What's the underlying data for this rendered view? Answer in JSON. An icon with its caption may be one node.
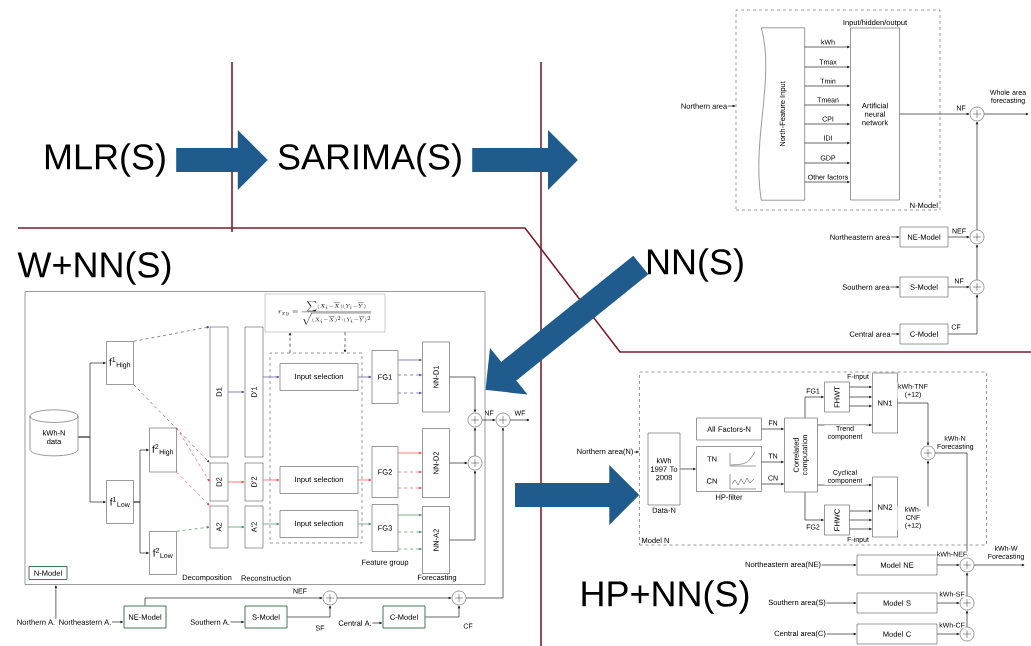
{
  "diagram": {
    "nodes": [
      {
        "text": [
          "MLR(S)"
        ]
      },
      {
        "text": [
          "SARIMA(S)"
        ]
      },
      {
        "text": [
          "NN(S)"
        ]
      },
      {
        "text": [
          "W+NN(S)"
        ]
      },
      {
        "text": [
          "HP+NN(S)"
        ]
      },
      {
        "text": [
          "N-Model"
        ]
      },
      {
        "text": [
          "North-Feature Input"
        ],
        "in": 5
      },
      {
        "text": [
          "Input/hidden/output",
          "Artificial neural network"
        ],
        "in": 5
      },
      {
        "text": [
          "Northern area"
        ]
      },
      {
        "text": [],
        "shape": "circle"
      },
      {
        "text": [
          "Northeastern area"
        ]
      },
      {
        "text": [
          "NE-Model"
        ]
      },
      {
        "text": [],
        "shape": "circle"
      },
      {
        "text": [
          "Southern area"
        ]
      },
      {
        "text": [
          "S-Model"
        ]
      },
      {
        "text": [],
        "shape": "circle"
      },
      {
        "text": [
          "Central area"
        ]
      },
      {
        "text": [
          "C-Model"
        ]
      },
      {
        "text": [],
        "shape": "box"
      },
      {
        "text": [
          "N-Model"
        ],
        "in": 18
      },
      {
        "text": [
          "kWh-N data"
        ],
        "in": 18
      },
      {
        "text": [
          "f$^{1}$$_{High}$"
        ],
        "in": 18
      },
      {
        "text": [
          "f$^{1}$$_{Low}$"
        ],
        "in": 18
      },
      {
        "text": [
          "f$^{2}$$_{High}$"
        ],
        "in": 18
      },
      {
        "text": [
          "f$^{2}$$_{Low}$"
        ],
        "in": 18
      },
      {
        "text": [
          "D1"
        ],
        "in": 18
      },
      {
        "text": [
          "D2"
        ],
        "in": 18
      },
      {
        "text": [
          "A2"
        ],
        "in": 18
      },
      {
        "text": [
          "D'1"
        ],
        "in": 18
      },
      {
        "text": [
          "D'2"
        ],
        "in": 18
      },
      {
        "text": [
          "A'2"
        ],
        "in": 18
      },
      {
        "text": [
          "r_{xy}=\\frac{\\sum(X_i-\\overline{X})(Y_i-\\overline{Y})}{\\sqrt{(X_i-\\overline{X})^2\\cdot(Y_i-\\overline{Y})^2}}"
        ],
        "in": 18
      },
      {
        "text": [],
        "shape": "box",
        "in": 18
      },
      {
        "text": [
          "Input selection"
        ],
        "in": 32
      },
      {
        "text": [
          "Input selection"
        ],
        "in": 32
      },
      {
        "text": [
          "Input selection"
        ],
        "in": 32
      },
      {
        "text": [
          "FG1"
        ],
        "in": 18
      },
      {
        "text": [
          "FG2"
        ],
        "in": 18
      },
      {
        "text": [
          "FG3"
        ],
        "in": 18
      },
      {
        "text": [
          "NN-D1"
        ],
        "in": 18
      },
      {
        "text": [
          "NN-D2"
        ],
        "in": 18
      },
      {
        "text": [
          "NN-A2"
        ],
        "in": 18
      },
      {
        "text": [],
        "shape": "circle",
        "in": 18
      },
      {
        "text": [],
        "shape": "circle",
        "in": 18
      },
      {
        "text": [],
        "shape": "circle"
      },
      {
        "text": [
          "Northern A."
        ]
      },
      {
        "text": [
          "Northeastern A."
        ]
      },
      {
        "text": [
          "NE-Model"
        ]
      },
      {
        "text": [
          "Southern A."
        ]
      },
      {
        "text": [
          "S-Model"
        ]
      },
      {
        "text": [],
        "shape": "circle"
      },
      {
        "text": [
          "Central A."
        ]
      },
      {
        "text": [
          "C-Model"
        ]
      },
      {
        "text": [],
        "shape": "circle"
      },
      {
        "text": [
          "Model N"
        ]
      },
      {
        "text": [
          "Northern area(N)"
        ]
      },
      {
        "text": [
          "kWh 1997 To 2008"
        ],
        "beside": [
          "Data-N"
        ],
        "in": 54
      },
      {
        "text": [
          "All Factors-N"
        ],
        "in": 54
      },
      {
        "text": [
          "TN",
          "CN"
        ],
        "beside": [
          "HP-filter"
        ],
        "in": 54
      },
      {
        "text": [
          "Correlated computation"
        ],
        "in": 54
      },
      {
        "text": [
          "FHWT"
        ],
        "in": 54
      },
      {
        "text": [
          "FHWC"
        ],
        "in": 54
      },
      {
        "text": [
          "NN1"
        ],
        "in": 54
      },
      {
        "text": [
          "NN2"
        ],
        "in": 54
      },
      {
        "text": [],
        "shape": "circle",
        "in": 54
      },
      {
        "text": [
          "Northeastern area(NE)"
        ]
      },
      {
        "text": [
          "Model NE"
        ]
      },
      {
        "text": [],
        "shape": "circle"
      },
      {
        "text": [
          "Southern area(S)"
        ]
      },
      {
        "text": [
          "Model S"
        ]
      },
      {
        "text": [],
        "shape": "circle"
      },
      {
        "text": [
          "Central area(C)"
        ]
      },
      {
        "text": [
          "Model C"
        ]
      },
      {
        "text": [],
        "shape": "circle"
      }
    ],
    "edges": [
      {
        "from": 0,
        "to": 1,
        "arrow": "to",
        "style": "thick",
        "color": "#1f5b8c"
      },
      {
        "from": 1,
        "to": null,
        "arrow": "to",
        "style": "thick",
        "color": "#1f5b8c"
      },
      {
        "from": 2,
        "to": 18,
        "arrow": "to",
        "style": "thick",
        "color": "#1f5b8c"
      },
      {
        "from": null,
        "to": 54,
        "arrow": "to",
        "style": "thick",
        "color": "#1f5b8c"
      },
      {
        "from": 6,
        "to": 7,
        "arrow": "to",
        "label": "kWh"
      },
      {
        "from": 6,
        "to": 7,
        "arrow": "to",
        "label": "Tmax"
      },
      {
        "from": 6,
        "to": 7,
        "arrow": "to",
        "label": "Tmin"
      },
      {
        "from": 6,
        "to": 7,
        "arrow": "to",
        "label": "Tmean"
      },
      {
        "from": 6,
        "to": 7,
        "arrow": "to",
        "label": "CPI"
      },
      {
        "from": 6,
        "to": 7,
        "arrow": "to",
        "label": "IDI"
      },
      {
        "from": 6,
        "to": 7,
        "arrow": "to",
        "label": "GDP"
      },
      {
        "from": 6,
        "to": 7,
        "arrow": "to",
        "label": "Other factors"
      },
      {
        "from": 8,
        "to": 5,
        "arrow": "to"
      },
      {
        "from": 7,
        "to": 9,
        "arrow": "to",
        "label": "NF"
      },
      {
        "from": 9,
        "to": null,
        "arrow": "to",
        "label": "Whole area forecasting"
      },
      {
        "from": 10,
        "to": 11,
        "arrow": "to"
      },
      {
        "from": 11,
        "to": 12,
        "arrow": "to",
        "label": "NEF"
      },
      {
        "from": 12,
        "to": 9,
        "arrow": "to"
      },
      {
        "from": 13,
        "to": 14,
        "arrow": "to"
      },
      {
        "from": 14,
        "to": 15,
        "arrow": "to",
        "label": "NF"
      },
      {
        "from": 15,
        "to": 12,
        "arrow": "to"
      },
      {
        "from": 16,
        "to": 17,
        "arrow": "to"
      },
      {
        "from": 17,
        "to": 15,
        "arrow": "to",
        "label": "CF"
      },
      {
        "from": 20,
        "to": 21,
        "arrow": "to"
      },
      {
        "from": 20,
        "to": 22,
        "arrow": "to"
      },
      {
        "from": 22,
        "to": 23,
        "arrow": "to"
      },
      {
        "from": 22,
        "to": 24,
        "arrow": "to"
      },
      {
        "from": 21,
        "to": 25,
        "arrow": "to",
        "style": "dashed",
        "color": "#4b2c85"
      },
      {
        "from": 21,
        "to": 26,
        "arrow": "to",
        "style": "dashed",
        "color": "#4b2c85"
      },
      {
        "from": 23,
        "to": 26,
        "arrow": "to",
        "style": "dashed",
        "color": "#ff2a2a"
      },
      {
        "from": 23,
        "to": 27,
        "arrow": "to",
        "style": "dashed",
        "color": "#ff2a2a"
      },
      {
        "from": 24,
        "to": 27,
        "arrow": "to",
        "style": "dashed",
        "color": "#2e7d3c"
      },
      {
        "from": 25,
        "to": 28,
        "arrow": "to",
        "color": "#4b2c85"
      },
      {
        "from": 26,
        "to": 29,
        "arrow": "to",
        "color": "#ff2a2a"
      },
      {
        "from": 27,
        "to": 30,
        "arrow": "to",
        "color": "#2e7d3c"
      },
      {
        "from": 31,
        "to": 32,
        "arrow": "to",
        "style": "dashed"
      },
      {
        "from": 32,
        "to": 31,
        "arrow": "to",
        "style": "dashed"
      },
      {
        "from": 28,
        "to": 33,
        "arrow": "to",
        "color": "#4b2c85"
      },
      {
        "from": 29,
        "to": 34,
        "arrow": "to",
        "color": "#ff2a2a"
      },
      {
        "from": 30,
        "to": 35,
        "arrow": "to",
        "color": "#2e7d3c"
      },
      {
        "from": 33,
        "to": 36,
        "arrow": "to",
        "color": "#4b2c85"
      },
      {
        "from": 34,
        "to": 37,
        "arrow": "to",
        "color": "#ff2a2a"
      },
      {
        "from": 35,
        "to": 38,
        "arrow": "to",
        "color": "#2e7d3c"
      },
      {
        "from": 36,
        "to": 39,
        "arrow": "to",
        "color": "#4b2c85"
      },
      {
        "from": 36,
        "to": 39,
        "arrow": "to",
        "style": "dashed",
        "color": "#4b2c85"
      },
      {
        "from": 36,
        "to": 39,
        "arrow": "to",
        "style": "dashed",
        "color": "#4b2c85"
      },
      {
        "from": 37,
        "to": 40,
        "arrow": "to",
        "color": "#ff2a2a"
      },
      {
        "from": 37,
        "to": 40,
        "arrow": "to",
        "style": "dashed",
        "color": "#ff2a2a"
      },
      {
        "from": 37,
        "to": 40,
        "arrow": "to",
        "style": "dashed",
        "color": "#ff2a2a"
      },
      {
        "from": 38,
        "to": 41,
        "arrow": "to",
        "color": "#2e7d3c"
      },
      {
        "from": 38,
        "to": 41,
        "arrow": "to",
        "style": "dashed",
        "color": "#2e7d3c"
      },
      {
        "from": 38,
        "to": 41,
        "arrow": "to",
        "style": "dashed",
        "color": "#2e7d3c"
      },
      {
        "from": 39,
        "to": 42,
        "arrow": "to"
      },
      {
        "from": 40,
        "to": 43,
        "arrow": "to"
      },
      {
        "from": 41,
        "to": 43,
        "arrow": "to"
      },
      {
        "from": 43,
        "to": 42,
        "arrow": "to"
      },
      {
        "from": 42,
        "to": 44,
        "arrow": "to",
        "label": "NF"
      },
      {
        "from": 44,
        "to": null,
        "arrow": "to",
        "label": "WF"
      },
      {
        "from": 45,
        "to": 18,
        "arrow": "to"
      },
      {
        "from": 46,
        "to": 47,
        "arrow": "to"
      },
      {
        "from": 48,
        "to": 49,
        "arrow": "to"
      },
      {
        "from": 47,
        "to": 50,
        "arrow": "to",
        "label": "NEF"
      },
      {
        "from": 49,
        "to": 50,
        "arrow": "to",
        "label": "SF"
      },
      {
        "from": 50,
        "to": 53,
        "arrow": "to"
      },
      {
        "from": 51,
        "to": 52,
        "arrow": "to"
      },
      {
        "from": 52,
        "to": 53,
        "arrow": "to",
        "label": "CF"
      },
      {
        "from": 53,
        "to": 44,
        "arrow": "to"
      },
      {
        "from": 55,
        "to": 54,
        "arrow": "to"
      },
      {
        "from": 56,
        "to": 58,
        "arrow": "to"
      },
      {
        "from": 57,
        "to": 59,
        "arrow": "to",
        "label": "FN"
      },
      {
        "from": 58,
        "to": 59,
        "arrow": "to",
        "label": "TN"
      },
      {
        "from": 58,
        "to": 59,
        "arrow": "to",
        "label": "CN"
      },
      {
        "from": 59,
        "to": 60,
        "arrow": "to",
        "label": "FG1"
      },
      {
        "from": 59,
        "to": 61,
        "arrow": "to",
        "label": "FG2"
      },
      {
        "from": 60,
        "to": 62,
        "arrow": "to",
        "label": "F-input"
      },
      {
        "from": 60,
        "to": 62,
        "arrow": "to"
      },
      {
        "from": 60,
        "to": 62,
        "arrow": "to"
      },
      {
        "from": 61,
        "to": 63,
        "arrow": "to"
      },
      {
        "from": 61,
        "to": 63,
        "arrow": "to"
      },
      {
        "from": 61,
        "to": 63,
        "arrow": "to",
        "label": "F-input"
      },
      {
        "from": 59,
        "to": 62,
        "arrow": "to",
        "label": "Trend component"
      },
      {
        "from": 59,
        "to": 63,
        "arrow": "to",
        "label": "Cyclical component"
      },
      {
        "from": 62,
        "to": 64,
        "arrow": "to",
        "label": "kWh-TNF (+12)"
      },
      {
        "from": 63,
        "to": 64,
        "arrow": "to",
        "label": "kWh-CNF (+12)"
      },
      {
        "from": 64,
        "to": 67,
        "arrow": "to",
        "label": "kWh-N Forecasting"
      },
      {
        "from": 65,
        "to": 66,
        "arrow": "to"
      },
      {
        "from": 66,
        "to": 67,
        "arrow": "to",
        "label": "kWh-NEF"
      },
      {
        "from": 68,
        "to": 69,
        "arrow": "to"
      },
      {
        "from": 69,
        "to": 70,
        "arrow": "to",
        "label": "kWh-SF"
      },
      {
        "from": 70,
        "to": 67,
        "arrow": "to"
      },
      {
        "from": 71,
        "to": 72,
        "arrow": "to"
      },
      {
        "from": 72,
        "to": 73,
        "arrow": "to",
        "label": "kWh-CF"
      },
      {
        "from": 73,
        "to": 70,
        "arrow": "to"
      },
      {
        "from": 67,
        "to": null,
        "arrow": "to",
        "label": "kWh-W Forecasting"
      }
    ],
    "labels": [
      "Decomposition",
      "Reconstruction",
      "Feature group",
      "Forecasting"
    ]
  }
}
